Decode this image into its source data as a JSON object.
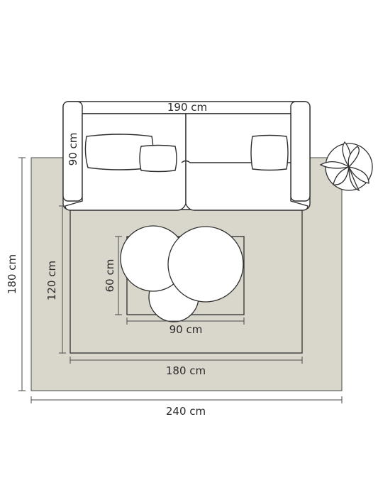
{
  "labels": {
    "sofa_width": "190 cm",
    "sofa_depth": "90 cm",
    "rug_height": "180 cm",
    "rug_width": "240 cm",
    "inner_rect_height": "120 cm",
    "inner_rect_width": "180 cm",
    "table_height": "60 cm",
    "table_width": "90 cm"
  },
  "colors": {
    "rug_fill": "#d9d6cb",
    "line": "#2f2f2f",
    "furniture_fill": "#ffffff"
  },
  "icons": {
    "plant": "potted-plant-icon"
  }
}
